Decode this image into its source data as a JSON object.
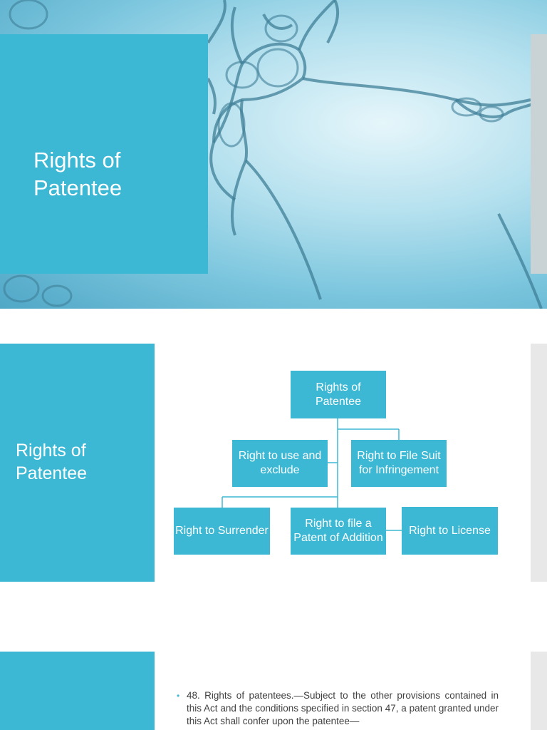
{
  "slide1": {
    "title": "Rights of Patentee"
  },
  "slide2": {
    "title": "Rights of Patentee",
    "diagram": {
      "root": "Rights of Patentee",
      "use_exclude": "Right to use and exclude",
      "file_suit": "Right to File Suit for Infringement",
      "surrender": "Right to Surrender",
      "addition": "Right to file a Patent of Addition",
      "license": "Right to License"
    }
  },
  "slide3": {
    "bullet": "48. Rights of patentees.—Subject to the other provisions contained in this Act and the conditions specified in section 47, a patent granted under this Act shall confer upon the patentee—"
  },
  "colors": {
    "accent": "#3db8d4",
    "connector": "#3db8d4"
  }
}
